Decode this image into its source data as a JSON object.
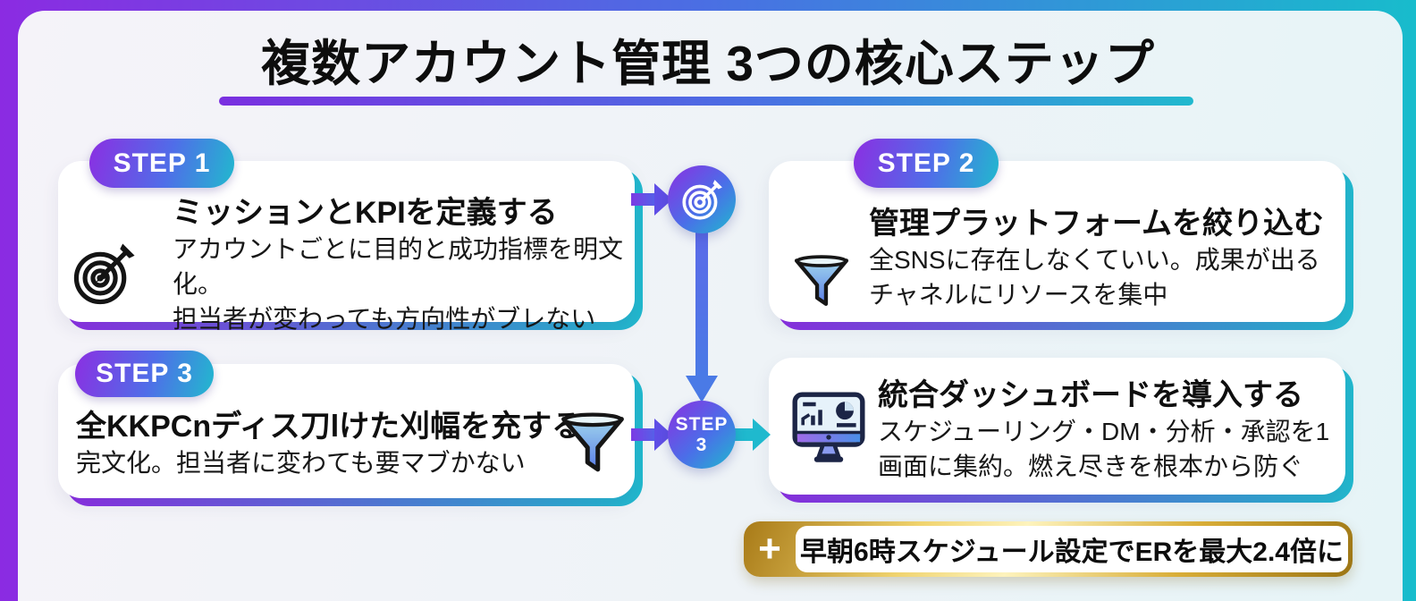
{
  "title": {
    "text": "複数アカウント管理 3つの核心ステップ"
  },
  "steps": [
    {
      "badge": "STEP 1",
      "title": "ミッションとKPIを定義する",
      "body_line1": "アカウントごとに目的と成功指標を明文化。",
      "body_line2": "担当者が変わっても方向性がブレない",
      "icon": "target-icon"
    },
    {
      "badge": "STEP 2",
      "title": "管理プラットフォームを絞り込む",
      "body_line1": "全SNSに存在しなくていい。成果が出る",
      "body_line2": "チャネルにリソースを集中",
      "icon": "funnel-icon"
    },
    {
      "badge": "STEP 3",
      "title": "全KKPCnディス刀lけた刈幅を充する",
      "body_line1": "完文化。担当者に変わても要マブかない",
      "body_line2": "",
      "icon": "funnel-icon"
    },
    {
      "badge": "",
      "title": "統合ダッシュボードを導入する",
      "body_line1": "スケジューリング・DM・分析・承認を1",
      "body_line2": "画面に集約。燃え尽きを根本から防ぐ",
      "icon": "dashboard-icon"
    }
  ],
  "connector": {
    "top_circle_icon": "target-icon",
    "circle_line1": "STEP",
    "circle_line2": "3"
  },
  "banner": {
    "plus": "+",
    "text": "早朝6時スケジュール設定でERを最大2.4倍に"
  },
  "colors": {
    "frame_gradient": [
      "#8b2be2",
      "#4a6fe3",
      "#18bccc"
    ],
    "accent_purple": "#8b2fe2",
    "accent_blue": "#4a6fe3",
    "accent_teal": "#21b9ce",
    "gold": "#d9ae38",
    "card_bg": "#ffffff",
    "text": "#0d0d0d"
  }
}
